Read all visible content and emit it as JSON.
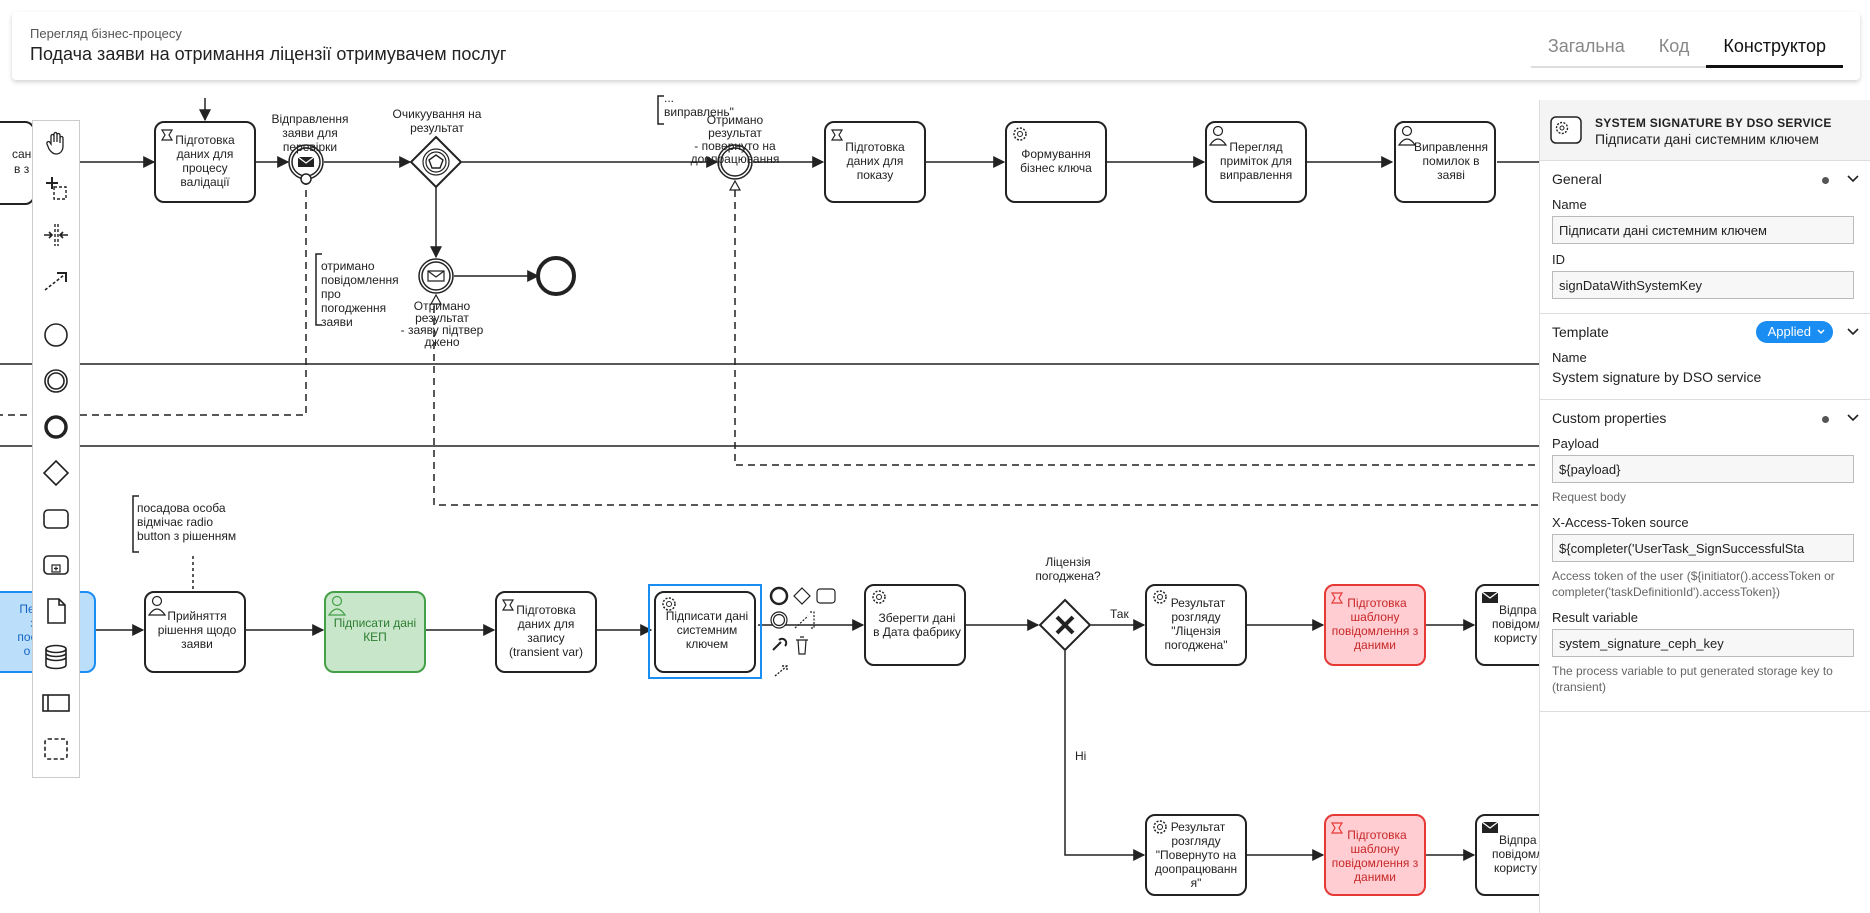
{
  "header": {
    "breadcrumb": "Перегляд бізнес-процесу",
    "title": "Подача заяви на отримання ліцензії отримувачем послуг",
    "tabs": [
      {
        "label": "Загальна",
        "active": false
      },
      {
        "label": "Код",
        "active": false
      },
      {
        "label": "Конструктор",
        "active": true
      }
    ]
  },
  "diagram": {
    "t_validation": [
      "Підготовка",
      "даних для",
      "процесу",
      "валідації"
    ],
    "ev_send": [
      "Відправлення",
      "заяви для",
      "перевірки"
    ],
    "gw_wait": [
      "Очикуування на",
      "результат"
    ],
    "ann_top": [
      "...",
      "виправлень\""
    ],
    "ev_recv_fix": [
      "Отримано",
      "результат",
      "- повернуто на",
      "доопрацювання"
    ],
    "t_show": [
      "Підготовка",
      "даних для",
      "показу"
    ],
    "t_key": [
      "Формування",
      "бізнес ключа"
    ],
    "t_review": [
      "Перегляд",
      "приміток для",
      "виправлення"
    ],
    "t_fix": [
      "Виправлення",
      "помилок в",
      "заяві"
    ],
    "ann_msg": [
      "отримано",
      "повідомлення",
      "про",
      "погодження",
      "заяви"
    ],
    "ev_recv_ok": [
      "Отримано",
      "результат",
      "- заяву підтвер",
      "джено"
    ],
    "ann_radio": [
      "посадова особа",
      "відмічає radio",
      "button з рішенням"
    ],
    "t_left": [
      "Пе",
      "з",
      "пос",
      "о"
    ],
    "t_left_top": [
      "сан",
      "в з"
    ],
    "t_decision": [
      "Прийняття",
      "рішення щодо",
      "заяви"
    ],
    "t_kep": [
      "Підписати дані",
      "КЕП"
    ],
    "t_record": [
      "Підготовка",
      "даних для",
      "запису",
      "(transient var)"
    ],
    "t_sign": [
      "Підписати дані",
      "системним",
      "ключем"
    ],
    "t_save": [
      "Зберегти дані",
      "в Дата фабрику"
    ],
    "gw_license": [
      "Ліцензія",
      "погоджена?"
    ],
    "flow_yes": "Так",
    "flow_no": "Ні",
    "t_result_ok": [
      "Результат",
      "розгляду",
      "\"Ліцензія",
      "погоджена\""
    ],
    "t_tpl1": [
      "Підготовка",
      "шаблону",
      "повідомлення з",
      "даними"
    ],
    "t_send1": [
      "Відпра",
      "повідомл",
      "користу"
    ],
    "t_result_back": [
      "Результат",
      "розгляду",
      "\"Повернуто на",
      "доопрацюванн",
      "я\""
    ],
    "t_tpl2": [
      "Підготовка",
      "шаблону",
      "повідомлення з",
      "даними"
    ],
    "t_send2": [
      "Відпра",
      "повідомл",
      "користу"
    ]
  },
  "palette": {
    "tools": [
      "hand-tool-icon",
      "lasso-tool-icon",
      "space-tool-icon",
      "connect-tool-icon",
      "start-event-icon",
      "intermediate-event-icon",
      "end-event-icon",
      "gateway-icon",
      "task-icon",
      "subprocess-icon",
      "data-object-icon",
      "data-store-icon",
      "pool-icon",
      "group-icon"
    ]
  },
  "properties": {
    "element_type": "SYSTEM SIGNATURE BY DSO SERVICE",
    "element_name": "Підписати дані системним ключем",
    "general": {
      "title": "General",
      "name_label": "Name",
      "name_value": "Підписати дані системним ключем",
      "id_label": "ID",
      "id_value": "signDataWithSystemKey"
    },
    "template": {
      "title": "Template",
      "badge": "Applied",
      "name_label": "Name",
      "name_value": "System signature by DSO service"
    },
    "custom": {
      "title": "Custom properties",
      "payload_label": "Payload",
      "payload_value": "${payload}",
      "payload_desc": "Request body",
      "token_label": "X-Access-Token source",
      "token_value": "${completer('UserTask_SignSuccessfulSta",
      "token_desc": "Access token of the user (${initiator().accessToken or completer('taskDefinitionId').accessToken})",
      "result_label": "Result variable",
      "result_value": "system_signature_ceph_key",
      "result_desc": "The process variable to put generated storage key to (transient)"
    }
  },
  "colors": {
    "selected": "#1a8df2",
    "kep_fill": "#c8e6c9",
    "kep_stroke": "#43a047",
    "template_fill": "#ffcdd2",
    "template_stroke": "#e53935",
    "left_fill": "#bbdefb"
  }
}
